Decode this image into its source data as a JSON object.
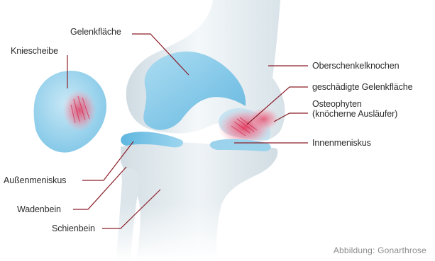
{
  "labels": {
    "kniescheibe": "Kniescheibe",
    "gelenkflaeche": "Gelenkfläche",
    "oberschenkelknochen": "Oberschenkelknochen",
    "geschaedigte_gelenkflaeche": "geschädigte Gelenkfläche",
    "osteophyten_line1": "Osteophyten",
    "osteophyten_line2": "(knöcherne Ausläufer)",
    "innenmeniskus": "Innenmeniskus",
    "aussenmeniskus": "Außenmeniskus",
    "wadenbein": "Wadenbein",
    "schienbein": "Schienbein"
  },
  "caption": "Abbildung:  Gonarthrose",
  "colors": {
    "bone": "#e6edf1",
    "cartilage": "#7fc8e8",
    "damage": "#f0607a",
    "leader": "#8b1e28",
    "text": "#2b2b2b"
  }
}
